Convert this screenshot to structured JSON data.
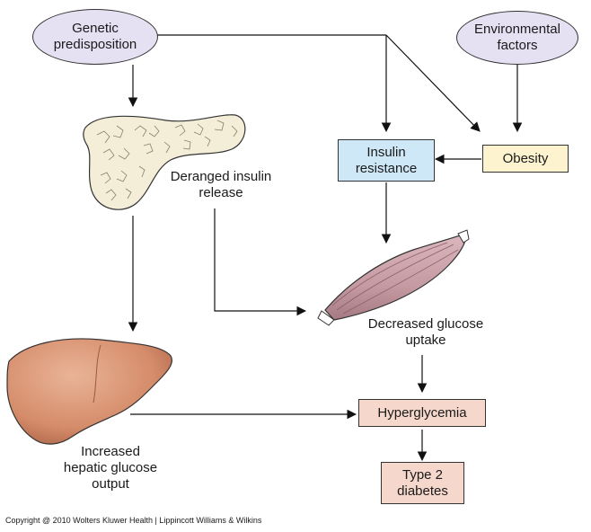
{
  "nodes": {
    "genetic": [
      "Genetic",
      "predisposition"
    ],
    "environmental": [
      "Environmental",
      "factors"
    ],
    "insulin_resistance": [
      "Insulin",
      "resistance"
    ],
    "obesity": "Obesity",
    "hyperglycemia": "Hyperglycemia",
    "type2": [
      "Type 2",
      "diabetes"
    ]
  },
  "labels": {
    "deranged": [
      "Deranged insulin",
      "release"
    ],
    "decreased": [
      "Decreased glucose",
      "uptake"
    ],
    "hepatic": [
      "Increased",
      "hepatic glucose",
      "output"
    ]
  },
  "colors": {
    "oval_fill": "#e6e1f2",
    "insulin_resistance_fill": "#cfe8f7",
    "obesity_fill": "#fdf4cf",
    "outcome_fill": "#f6d7cc",
    "pancreas_fill": "#f4eed8",
    "liver_fill": "#d58c6a",
    "muscle_fill": "#c59aa2"
  },
  "illustrations": [
    "pancreas",
    "muscle",
    "liver"
  ],
  "copyright": "Copyright @ 2010 Wolters Kluwer Health | Lippincott Williams & Wilkins"
}
